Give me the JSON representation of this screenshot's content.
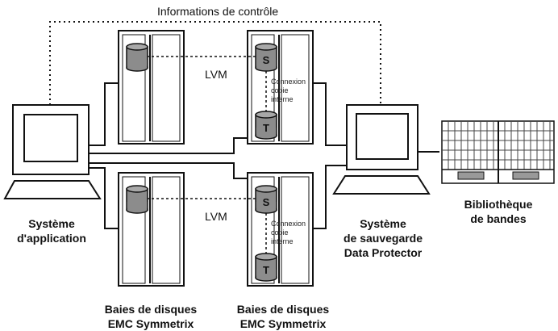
{
  "diagram": {
    "control_info_label": "Informations de contrôle",
    "lvm_label": "LVM",
    "source_disk_letter": "S",
    "target_disk_letter": "T",
    "internal_copy_link": [
      "Connexion",
      "copie",
      "interne"
    ],
    "application_system": [
      "Système",
      "d'application"
    ],
    "backup_system": [
      "Système",
      "de sauvegarde",
      "Data Protector"
    ],
    "tape_library": [
      "Bibliothèque",
      "de bandes"
    ],
    "disk_array": [
      "Baies de disques",
      "EMC Symmetrix"
    ]
  },
  "colors": {
    "line": "#111111",
    "disk_fill": "#8c8c8c",
    "library_slot": "#999999",
    "library_grid": "#444444"
  }
}
